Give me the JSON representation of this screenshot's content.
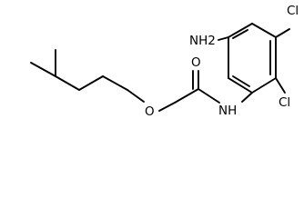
{
  "molecule": {
    "atoms": {
      "cl_top": "Cl",
      "cl_bottom": "Cl",
      "nh2": "NH2",
      "nh": "NH",
      "o_carbonyl": "O",
      "o_ether": "O"
    }
  },
  "colors": {
    "bond": "#000000",
    "text": "#000000",
    "background": "#ffffff"
  }
}
